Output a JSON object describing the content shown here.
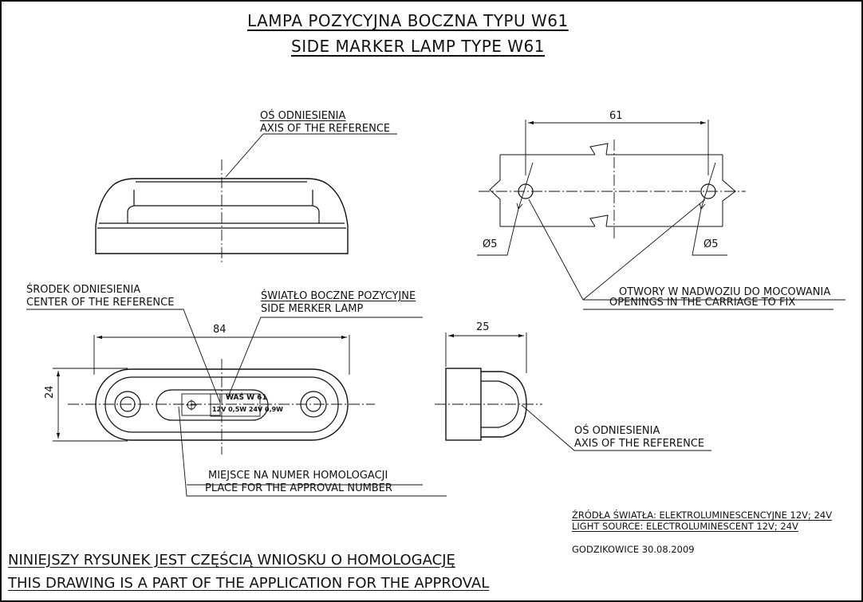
{
  "title": {
    "pl": "LAMPA POZYCYJNA BOCZNA TYPU W61",
    "en": "SIDE MARKER LAMP TYPE W61"
  },
  "top_view": {
    "axis_pl": "OŚ ODNIESIENIA",
    "axis_en": "AXIS OF THE REFERENCE"
  },
  "mounting_view": {
    "dimension": "61",
    "hole_left": "Ø5",
    "hole_right": "Ø5",
    "openings_pl": "OTWORY W NADWOZIU DO MOCOWANIA",
    "openings_en": "OPENINGS IN THE CARRIAGE TO FIX"
  },
  "front_view": {
    "center_pl": "ŚRODEK ODNIESIENIA",
    "center_en": "CENTER OF THE REFERENCE",
    "lamp_pl": "ŚWIATŁO BOCZNE POZYCYJNE",
    "lamp_en": "SIDE MERKER LAMP",
    "width_dim": "84",
    "height_dim": "24",
    "marking_line1": "WAŚ W 61",
    "marking_line2": "12V 0,5W 24V 0,9W",
    "approval_pl": "MIEJSCE NA NUMER HOMOLOGACJI",
    "approval_en": "PLACE FOR THE APPROVAL NUMBER"
  },
  "side_view": {
    "depth_dim": "25",
    "axis_pl": "OŚ ODNIESIENIA",
    "axis_en": "AXIS OF THE REFERENCE"
  },
  "notes": {
    "source_pl": "ŹRÓDŁA ŚWIATŁA: ELEKTROLUMINESCENCYJNE 12V; 24V",
    "source_en": "LIGHT SOURCE: ELECTROLUMINESCENT 12V; 24V",
    "place_date": "GODZIKOWICE 30.08.2009"
  },
  "footer": {
    "pl": "NINIEJSZY RYSUNEK JEST CZĘŚCIĄ WNIOSKU O HOMOLOGACJĘ",
    "en": "THIS DRAWING IS A PART OF THE APPLICATION FOR THE APPROVAL"
  }
}
